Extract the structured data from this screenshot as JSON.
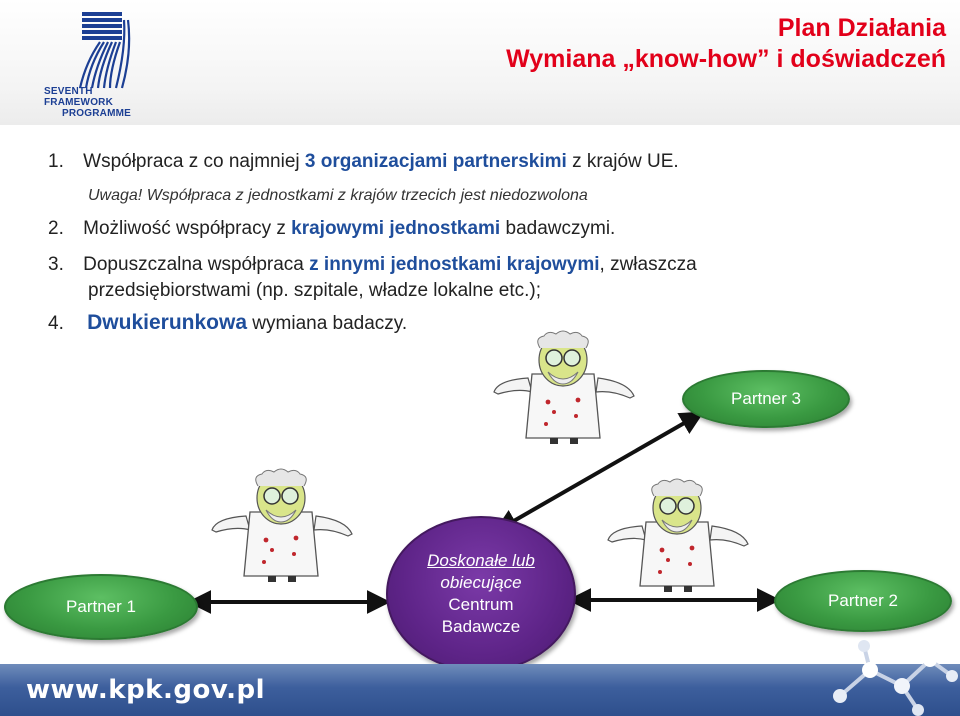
{
  "header": {
    "title_line1": "Plan Działania",
    "title_line2": "Wymiana „know-how” i doświadczeń",
    "logo_line1": "SEVENTH FRAMEWORK",
    "logo_line2": "PROGRAMME"
  },
  "items": {
    "i1": {
      "num": "1.",
      "pre": "Współpraca z co najmniej ",
      "em": "3 organizacjami partnerskimi",
      "post": " z krajów UE."
    },
    "note": "Uwaga! Współpraca z jednostkami z krajów trzecich jest niedozwolona",
    "i2": {
      "num": "2.",
      "pre": "Możliwość współpracy z ",
      "em": "krajowymi jednostkami",
      "post": " badawczymi."
    },
    "i3": {
      "num": "3.",
      "pre": "Dopuszczalna współpraca ",
      "em": "z innymi jednostkami krajowymi",
      "post": ", zwłaszcza",
      "cont": "przedsiębiorstwami (np. szpitale, władze lokalne etc.);"
    },
    "i4": {
      "num": "4.",
      "em": "Dwukierunkowa",
      "post": " wymiana badaczy."
    }
  },
  "diagram": {
    "partner1": "Partner 1",
    "partner2": "Partner 2",
    "partner3": "Partner  3",
    "center_line1": "Doskonałe lub",
    "center_line2": "obiecujące",
    "center_line3": "Centrum",
    "center_line4": "Badawcze"
  },
  "footer": {
    "url": "www.kpk.gov.pl"
  },
  "colors": {
    "title": "#e2001a",
    "emphasis": "#1f4e9c",
    "partner_oval": "#3a9a42",
    "center_oval": "#5e2488",
    "footer_band": "#3d5f9d"
  }
}
